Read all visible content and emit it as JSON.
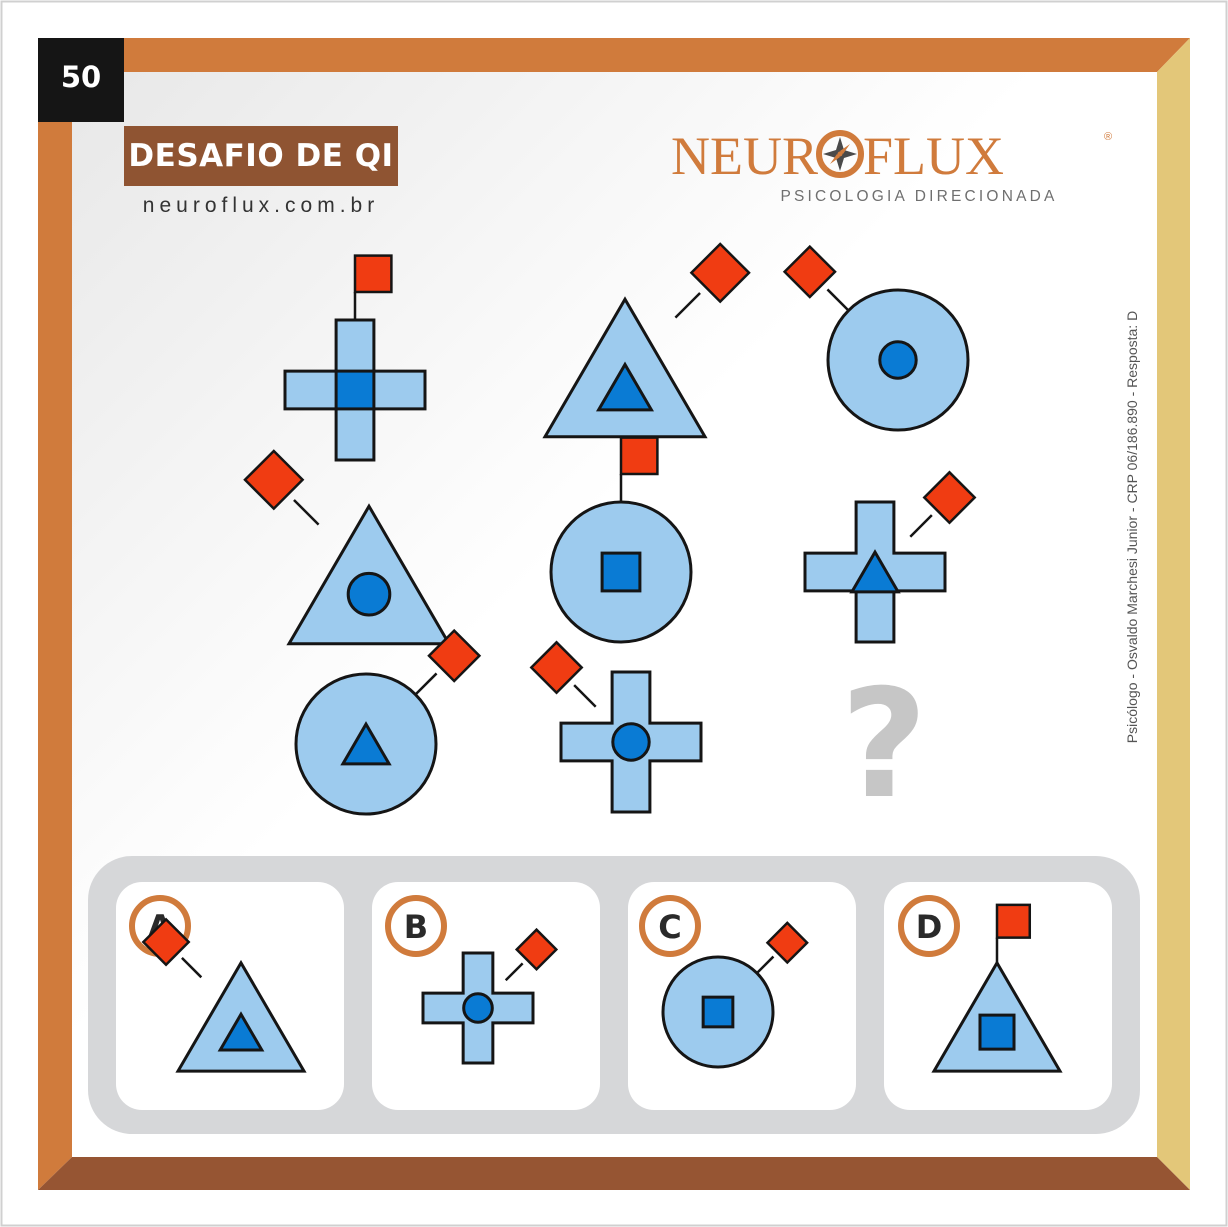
{
  "puzzle": {
    "number": "50",
    "title": "DESAFIO DE QI",
    "website": "neuroflux.com.br",
    "question_mark": "?",
    "grid": [
      {
        "outer": "cross",
        "inner": "square",
        "flag": "top"
      },
      {
        "outer": "triangle",
        "inner": "triangle",
        "flag": "top-right"
      },
      {
        "outer": "circle",
        "inner": "circle",
        "flag": "top-left"
      },
      {
        "outer": "triangle",
        "inner": "circle",
        "flag": "top-left"
      },
      {
        "outer": "circle",
        "inner": "square",
        "flag": "top"
      },
      {
        "outer": "cross",
        "inner": "triangle",
        "flag": "top-right"
      },
      {
        "outer": "circle",
        "inner": "triangle",
        "flag": "top-right"
      },
      {
        "outer": "cross",
        "inner": "circle",
        "flag": "top-left"
      },
      null
    ]
  },
  "brand": {
    "name_left": "NEUR",
    "name_right": "FLUX",
    "registered": "®",
    "tagline": "PSICOLOGIA DIRECIONADA",
    "logo_icon": "compass-rose-icon"
  },
  "credit": "Psicólogo - Osvaldo Marchesi Junior - CRP 06/186.890 - Resposta: D",
  "options": [
    {
      "letter": "A",
      "outer": "triangle",
      "inner": "triangle",
      "flag": "top-left"
    },
    {
      "letter": "B",
      "outer": "cross",
      "inner": "circle",
      "flag": "top-right"
    },
    {
      "letter": "C",
      "outer": "circle",
      "inner": "square",
      "flag": "top-right"
    },
    {
      "letter": "D",
      "outer": "triangle",
      "inner": "square",
      "flag": "top"
    }
  ],
  "colors": {
    "frame_orange": "#d07b3c",
    "frame_brown": "#965533",
    "frame_gold": "#e3c779",
    "shape_light": "#9dcbee",
    "shape_dark": "#0a7bd4",
    "flag": "#f03c12",
    "stroke": "#151515",
    "answer_tray": "#d6d7d9",
    "letter_ring": "#d07b3c",
    "question_mark": "#c6c6c6",
    "title_bg": "#8f5432",
    "brand": "#d07b3c"
  }
}
